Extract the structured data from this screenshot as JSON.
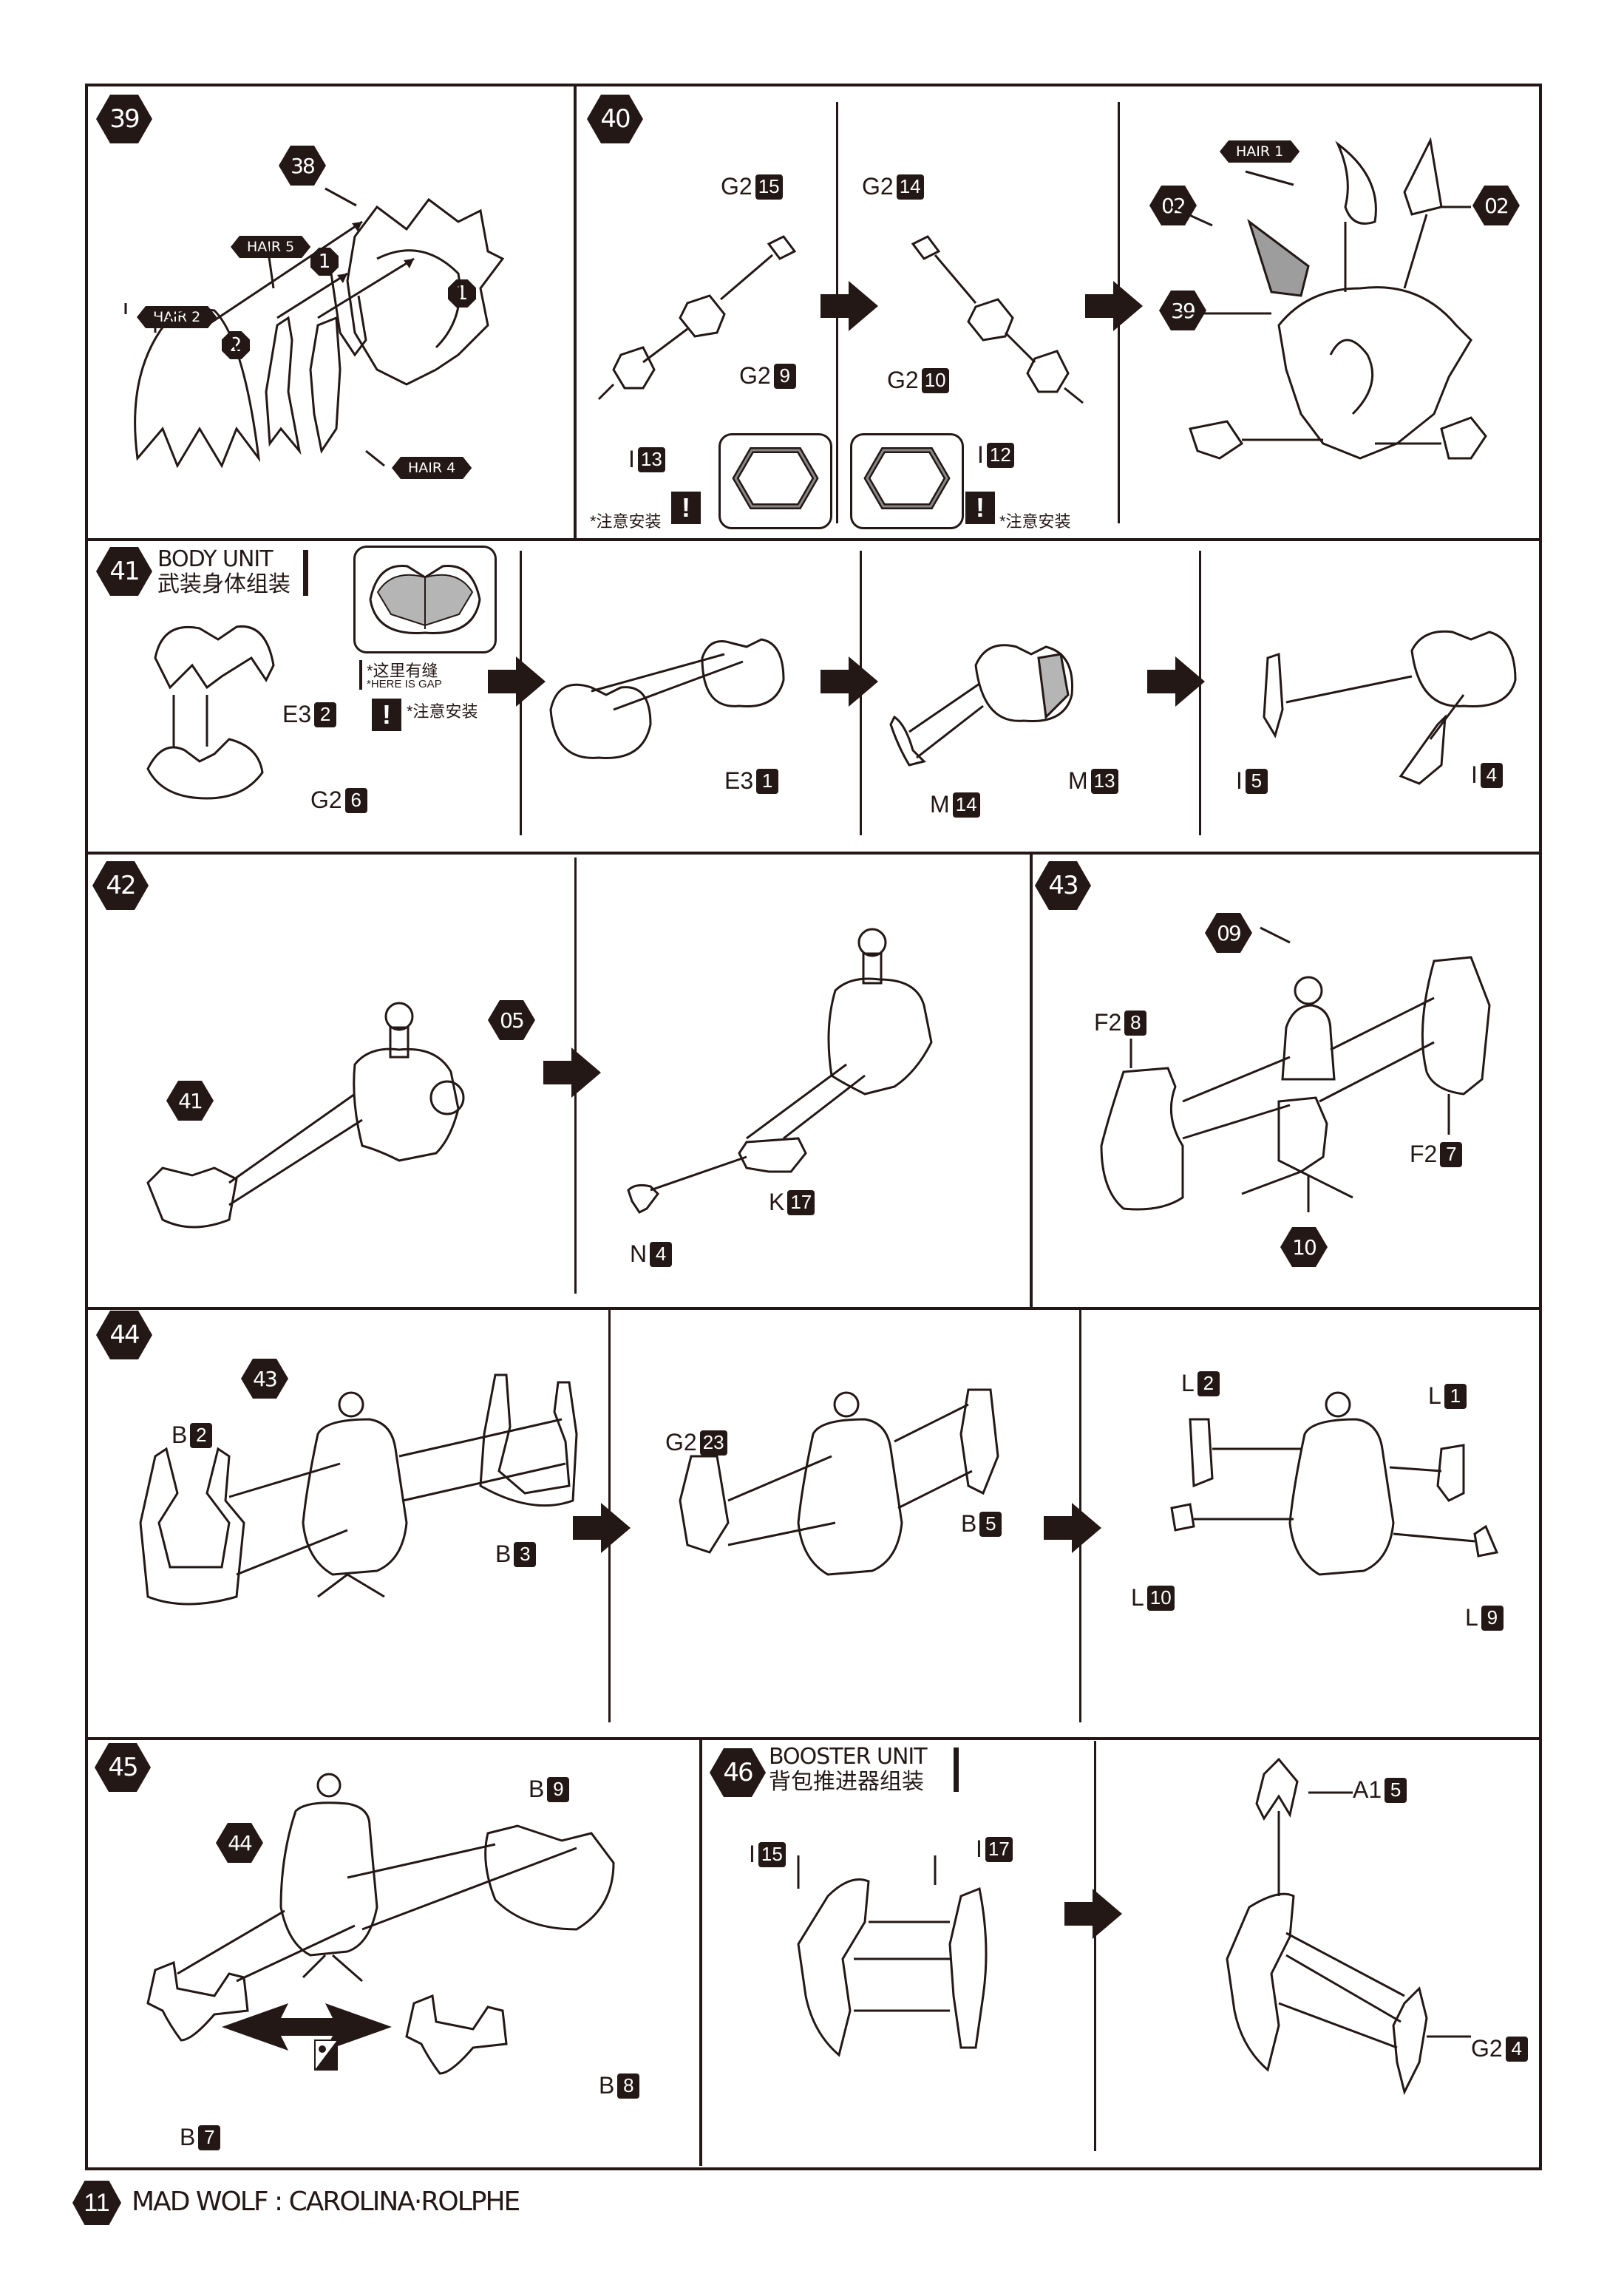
{
  "page": {
    "number": "11",
    "footer_title": "MAD WOLF : CAROLINA·ROLPHE"
  },
  "common": {
    "careful_install": "*注意安装",
    "warn_glyph": "!"
  },
  "steps": {
    "s39": {
      "number": "39",
      "labels": {
        "ref": "38",
        "hair5": "HAIR 5",
        "hair2": "HAIR 2",
        "hair4": "HAIR 4",
        "seq1a": "1",
        "seq1b": "1",
        "seq2": "2"
      }
    },
    "s40": {
      "number": "40",
      "parts": [
        {
          "sprue": "G2",
          "num": "15"
        },
        {
          "sprue": "G2",
          "num": "9"
        },
        {
          "sprue": "I",
          "num": "13"
        },
        {
          "sprue": "G2",
          "num": "14"
        },
        {
          "sprue": "G2",
          "num": "10"
        },
        {
          "sprue": "I",
          "num": "12"
        }
      ],
      "result": {
        "hair1": "HAIR 1",
        "ref02a": "02",
        "ref02b": "02",
        "ref39": "39"
      }
    },
    "s41": {
      "number": "41",
      "title_en": "BODY UNIT",
      "title_cn": "武装身体组装",
      "gap_cn": "*这里有缝",
      "gap_en": "*HERE IS GAP",
      "parts": [
        {
          "sprue": "E3",
          "num": "2"
        },
        {
          "sprue": "G2",
          "num": "6"
        },
        {
          "sprue": "E3",
          "num": "1"
        },
        {
          "sprue": "M",
          "num": "14"
        },
        {
          "sprue": "M",
          "num": "13"
        },
        {
          "sprue": "I",
          "num": "5"
        },
        {
          "sprue": "I",
          "num": "4"
        }
      ]
    },
    "s42": {
      "number": "42",
      "refs": {
        "a": "41",
        "b": "05"
      },
      "parts": [
        {
          "sprue": "N",
          "num": "4"
        },
        {
          "sprue": "K",
          "num": "17"
        }
      ]
    },
    "s43": {
      "number": "43",
      "refs": {
        "a": "09",
        "b": "10"
      },
      "parts": [
        {
          "sprue": "F2",
          "num": "8"
        },
        {
          "sprue": "F2",
          "num": "7"
        }
      ]
    },
    "s44": {
      "number": "44",
      "refs": {
        "a": "43"
      },
      "parts": [
        {
          "sprue": "B",
          "num": "2"
        },
        {
          "sprue": "B",
          "num": "3"
        },
        {
          "sprue": "G2",
          "num": "23"
        },
        {
          "sprue": "B",
          "num": "5"
        },
        {
          "sprue": "L",
          "num": "2"
        },
        {
          "sprue": "L",
          "num": "1"
        },
        {
          "sprue": "L",
          "num": "10"
        },
        {
          "sprue": "L",
          "num": "9"
        }
      ]
    },
    "s45": {
      "number": "45",
      "refs": {
        "a": "44"
      },
      "parts": [
        {
          "sprue": "B",
          "num": "9"
        },
        {
          "sprue": "B",
          "num": "7"
        },
        {
          "sprue": "B",
          "num": "8"
        }
      ]
    },
    "s46": {
      "number": "46",
      "title_en": "BOOSTER UNIT",
      "title_cn": "背包推进器组装",
      "parts": [
        {
          "sprue": "I",
          "num": "15"
        },
        {
          "sprue": "I",
          "num": "17"
        },
        {
          "sprue": "A1",
          "num": "5"
        },
        {
          "sprue": "G2",
          "num": "4"
        }
      ]
    }
  }
}
